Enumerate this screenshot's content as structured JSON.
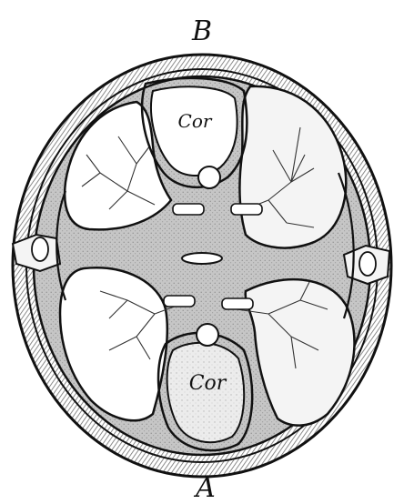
{
  "labels": {
    "top": "B",
    "bottom": "A",
    "upper_heart": "Cor",
    "lower_heart": "Cor"
  },
  "colors": {
    "ink": "#111111",
    "paper": "#ffffff",
    "hatch": "#8a8a8a",
    "tissue": "#bdbdbd",
    "heart": "#e9e9e9"
  }
}
